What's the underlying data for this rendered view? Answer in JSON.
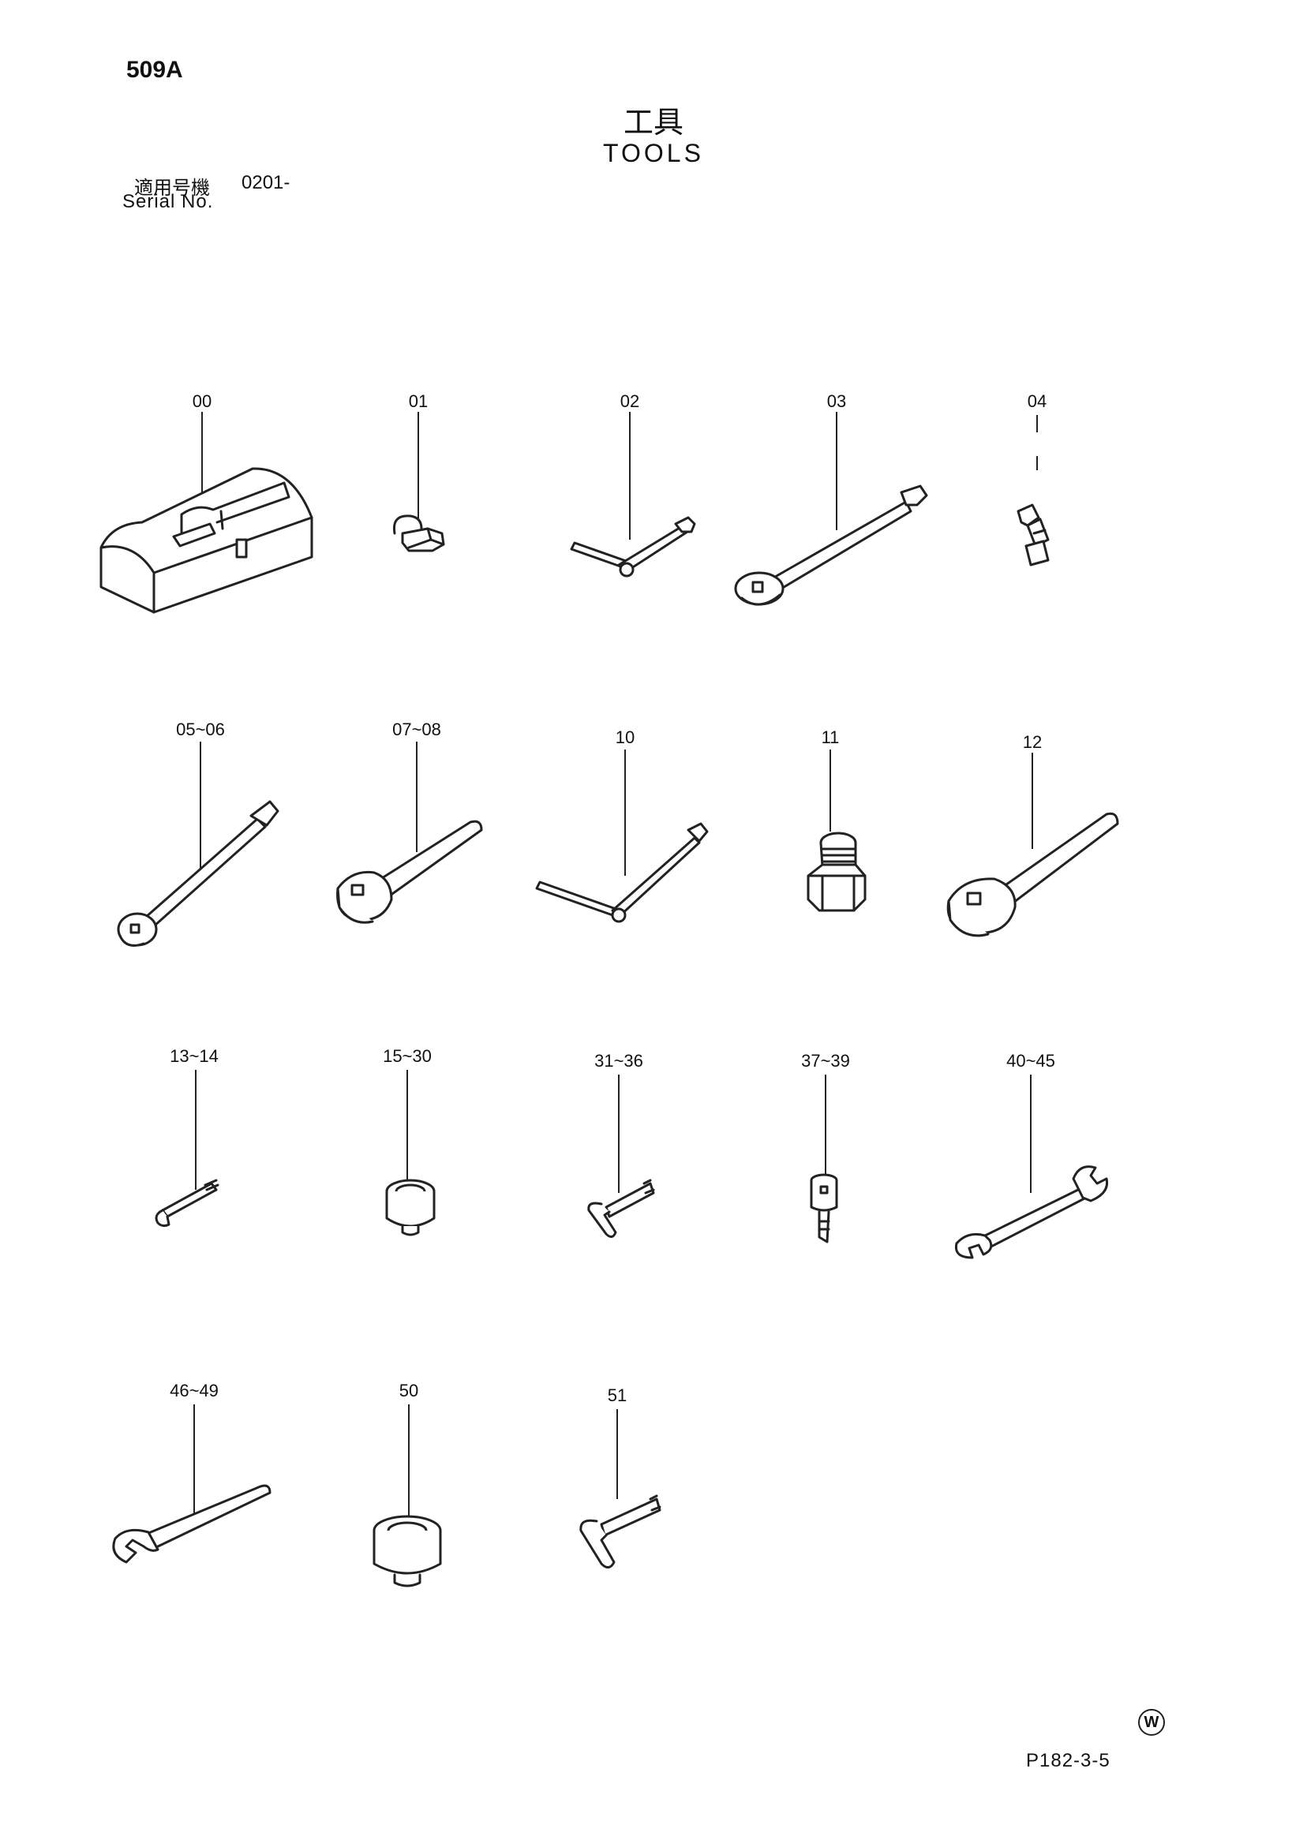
{
  "header": {
    "page_code": "509A",
    "title_jp": "工具",
    "title_en": "TOOLS",
    "serial_label_jp": "適用号機",
    "serial_value": "0201-",
    "serial_label_en": "Serial No."
  },
  "parts": [
    {
      "label": "00",
      "icon": "toolbox-icon"
    },
    {
      "label": "01",
      "icon": "padlock-icon"
    },
    {
      "label": "02",
      "icon": "t-handle-wrench-icon"
    },
    {
      "label": "03",
      "icon": "extension-bar-icon"
    },
    {
      "label": "04",
      "icon": "universal-joint-icon"
    },
    {
      "label": "05~06",
      "icon": "extension-bar-icon"
    },
    {
      "label": "07~08",
      "icon": "ratchet-handle-icon"
    },
    {
      "label": "10",
      "icon": "t-handle-wrench-icon"
    },
    {
      "label": "11",
      "icon": "adapter-icon"
    },
    {
      "label": "12",
      "icon": "ratchet-handle-icon"
    },
    {
      "label": "13~14",
      "icon": "hex-key-icon"
    },
    {
      "label": "15~30",
      "icon": "socket-icon"
    },
    {
      "label": "31~36",
      "icon": "hex-key-icon"
    },
    {
      "label": "37~39",
      "icon": "bit-socket-icon"
    },
    {
      "label": "40~45",
      "icon": "double-open-wrench-icon"
    },
    {
      "label": "46~49",
      "icon": "single-open-wrench-icon"
    },
    {
      "label": "50",
      "icon": "socket-icon"
    },
    {
      "label": "51",
      "icon": "hex-key-icon"
    }
  ],
  "footer": {
    "mark": "W",
    "page_ref": "P182-3-5"
  }
}
